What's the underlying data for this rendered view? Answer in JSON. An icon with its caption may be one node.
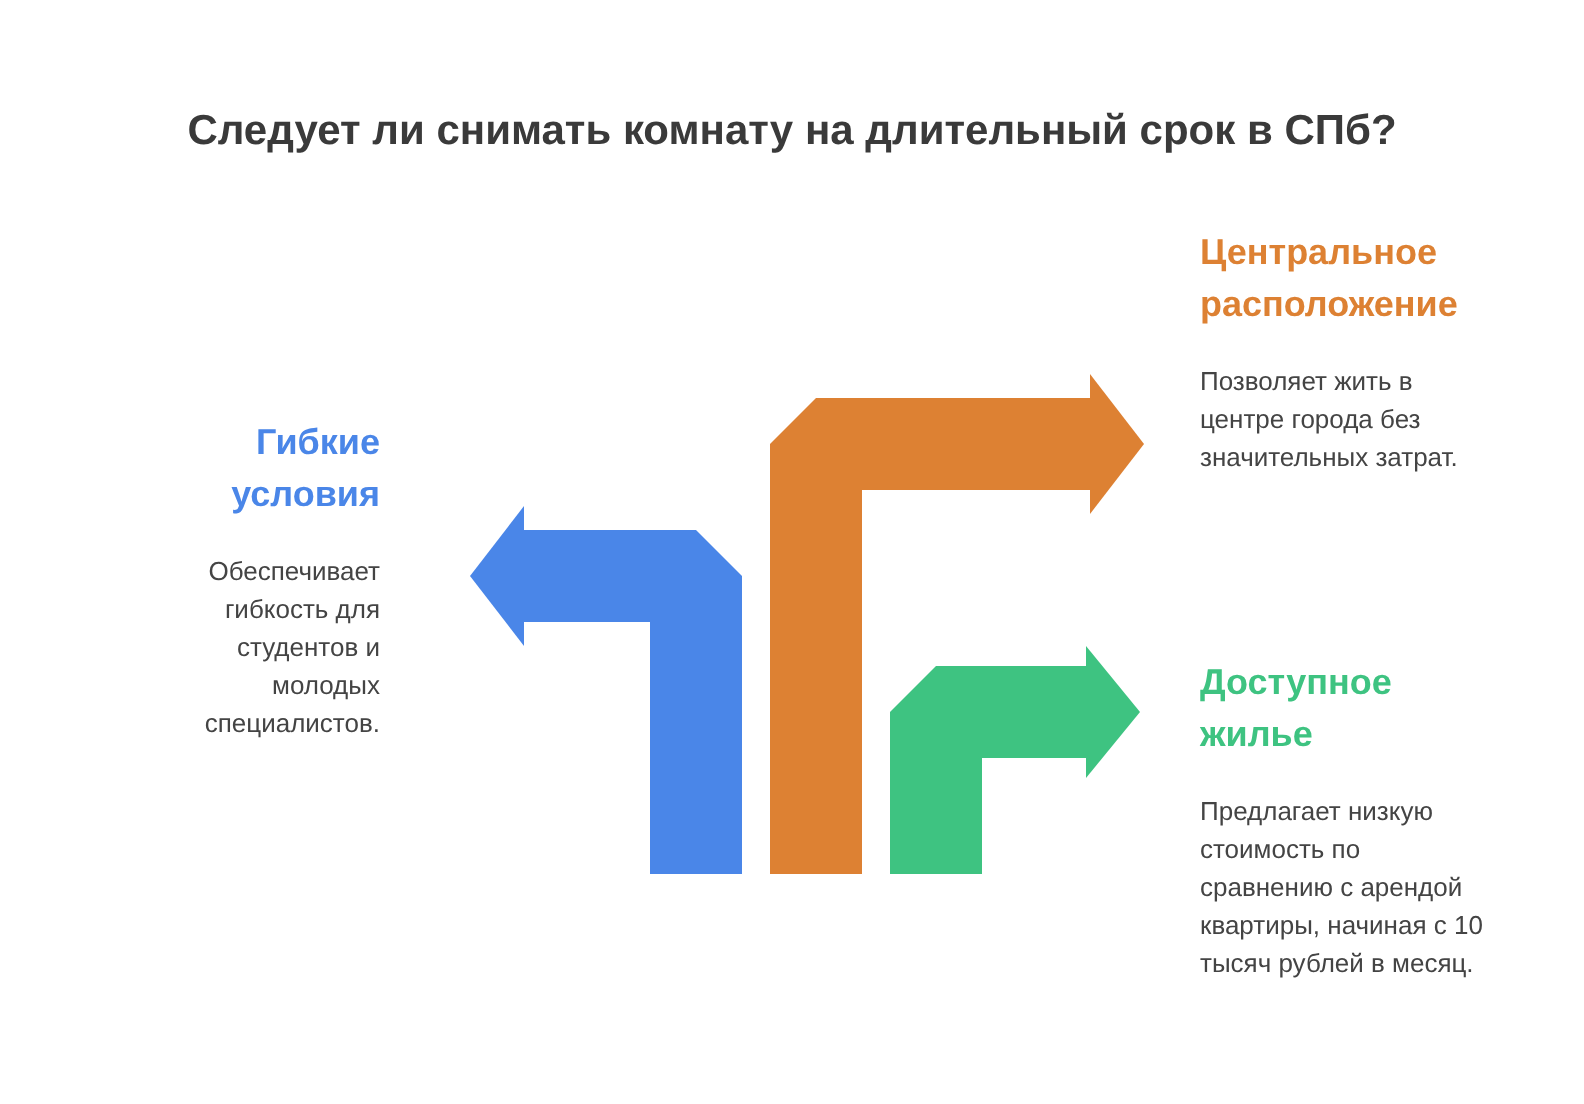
{
  "diagram": {
    "title": "Следует ли снимать комнату на длительный срок в СПб?",
    "nodes": [
      {
        "text": [
          "Гибкие условия",
          "Обеспечивает гибкость для студентов и молодых специалистов."
        ]
      },
      {
        "text": [
          "Центральное расположение",
          "Позволяет жить в центре города без значительных затрат."
        ]
      },
      {
        "text": [
          "Доступное жилье",
          "Предлагает низкую стоимость по сравнению с арендой квартиры, начиная с 10 тысяч рублей в месяц."
        ]
      }
    ],
    "edges": [
      {
        "from": null,
        "to": 0,
        "arrow": "to",
        "color": "#4a86e8"
      },
      {
        "from": null,
        "to": 1,
        "arrow": "to",
        "color": "#dd8133"
      },
      {
        "from": null,
        "to": 2,
        "arrow": "to",
        "color": "#3ec381"
      }
    ]
  }
}
